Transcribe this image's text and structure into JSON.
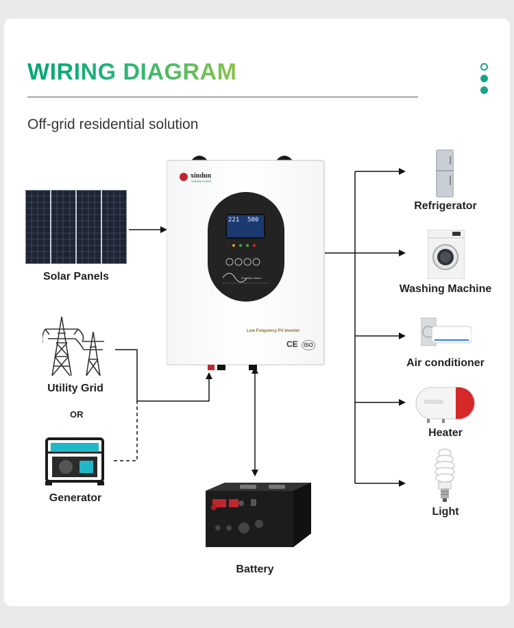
{
  "title": "WIRING DIAGRAM",
  "subtitle": "Off-grid residential solution",
  "inverter": {
    "brand": "xindun",
    "brand_sub": "GREENPOWER",
    "display_left": "221",
    "display_right": "500",
    "model_label": "Low Frequency PV Inverter",
    "wave_label": "Pure Sine Wave",
    "cert_ce": "CE",
    "cert_iso": "ISO"
  },
  "sources": {
    "solar": "Solar Panels",
    "grid": "Utility Grid",
    "or": "OR",
    "generator": "Generator"
  },
  "battery": "Battery",
  "loads": [
    "Refrigerator",
    "Washing Machine",
    "Air conditioner",
    "Heater",
    "Light"
  ],
  "colors": {
    "title_start": "#00a676",
    "title_end": "#8bc34a",
    "accent": "#17a589"
  }
}
